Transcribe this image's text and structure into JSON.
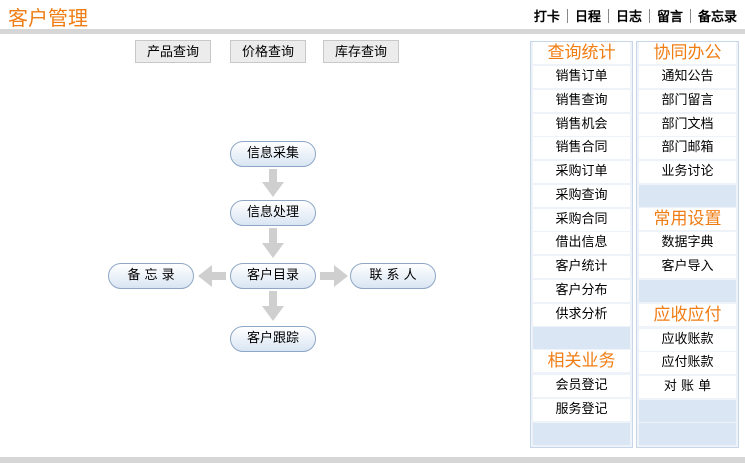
{
  "header": {
    "title": "客户管理",
    "links": [
      "打卡",
      "日程",
      "日志",
      "留言",
      "备忘录"
    ]
  },
  "query_buttons": [
    "产品查询",
    "价格查询",
    "库存查询"
  ],
  "flow": {
    "collect": "信息采集",
    "process": "信息处理",
    "catalog": "客户目录",
    "memo": "备 忘 录",
    "contacts": "联 系 人",
    "track": "客户跟踪"
  },
  "left_panel": {
    "section1_title": "查询统计",
    "section1_items": [
      "销售订单",
      "销售查询",
      "销售机会",
      "销售合同",
      "采购订单",
      "采购查询",
      "采购合同",
      "借出信息",
      "客户统计",
      "客户分布",
      "供求分析"
    ],
    "section2_title": "相关业务",
    "section2_items": [
      "会员登记",
      "服务登记"
    ]
  },
  "right_panel": {
    "section1_title": "协同办公",
    "section1_items": [
      "通知公告",
      "部门留言",
      "部门文档",
      "部门邮箱",
      "业务讨论"
    ],
    "section2_title": "常用设置",
    "section2_items": [
      "数据字典",
      "客户导入"
    ],
    "section3_title": "应收应付",
    "section3_items": [
      "应收账款",
      "应付账款",
      "对 账 单"
    ]
  },
  "colors": {
    "accent": "#f07d14",
    "pill_border": "#8ea7c6",
    "panel_bg": "#dbe6f4"
  }
}
